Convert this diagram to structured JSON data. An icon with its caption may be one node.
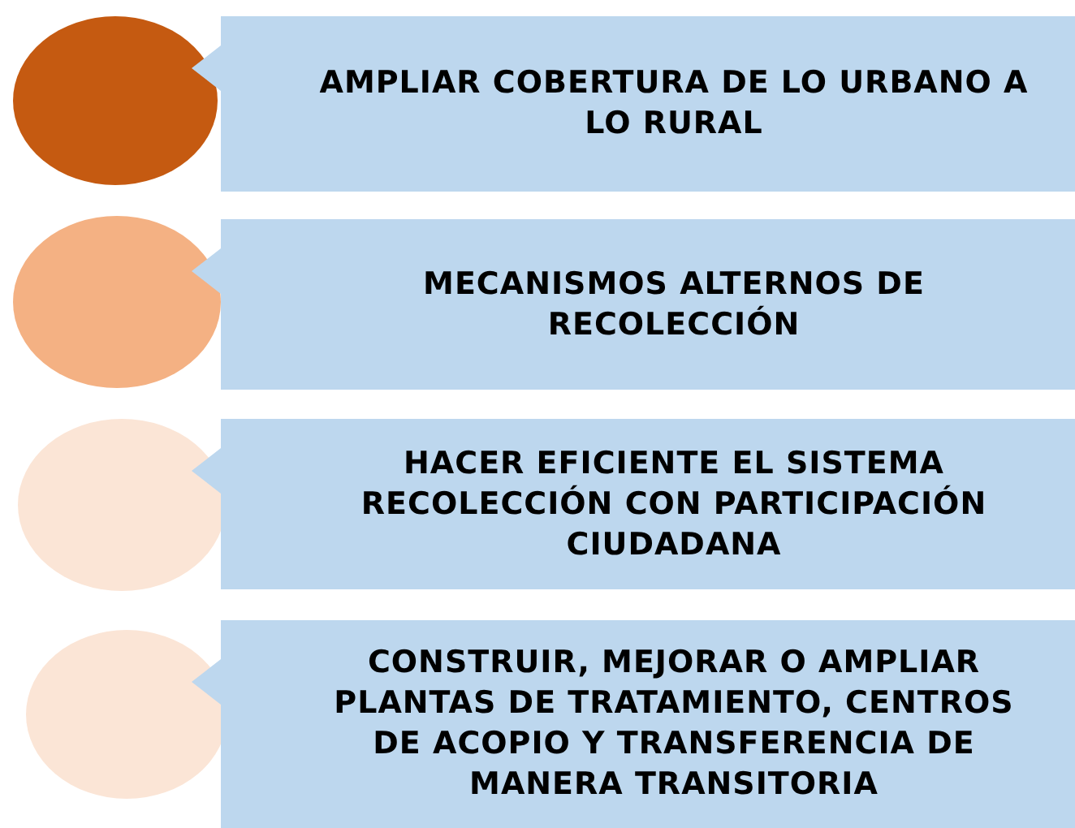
{
  "diagram": {
    "nodes": [
      {
        "text": [],
        "shape": "circle"
      },
      {
        "text": [
          "AMPLIAR COBERTURA DE LO URBANO A LO RURAL"
        ]
      },
      {
        "text": [],
        "shape": "circle"
      },
      {
        "text": [
          "MECANISMOS ALTERNOS DE RECOLECCIÓN"
        ]
      },
      {
        "text": [],
        "shape": "circle"
      },
      {
        "text": [
          "HACER EFICIENTE EL SISTEMA RECOLECCIÓN CON PARTICIPACIÓN CIUDADANA"
        ]
      },
      {
        "text": [],
        "shape": "circle"
      },
      {
        "text": [
          "CONSTRUIR, MEJORAR O AMPLIAR PLANTAS DE TRATAMIENTO, CENTROS DE ACOPIO Y TRANSFERENCIA DE MANERA TRANSITORIA"
        ]
      }
    ]
  }
}
